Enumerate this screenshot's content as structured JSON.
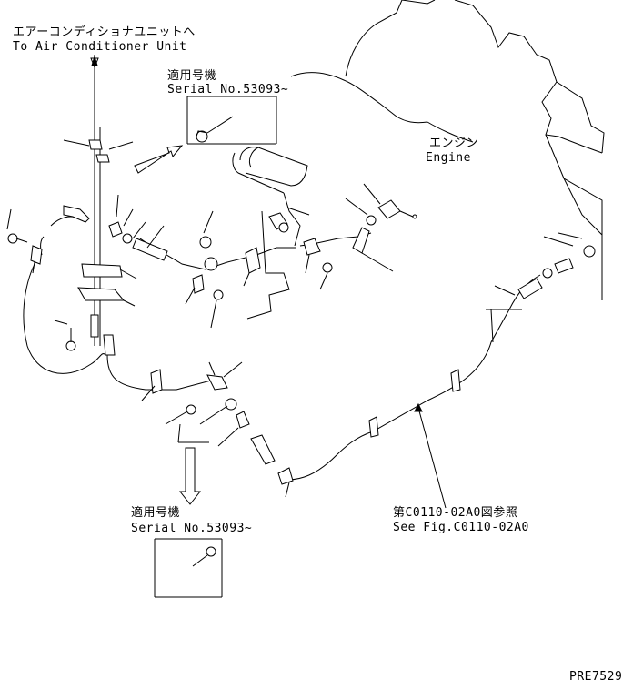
{
  "labels": {
    "air_conditioner_jp": "エアーコンディショナユニットへ",
    "air_conditioner_en": "To Air Conditioner Unit",
    "serial_top_jp": "適用号機",
    "serial_top_en": "Serial No.53093~",
    "engine_jp": "エンジン",
    "engine_en": "Engine",
    "serial_bottom_jp": "適用号機",
    "serial_bottom_en": "Serial No.53093~",
    "see_fig_jp": "第C0110-02A0図参照",
    "see_fig_en": "See Fig.C0110-02A0",
    "drawing_id": "PRE7529"
  }
}
